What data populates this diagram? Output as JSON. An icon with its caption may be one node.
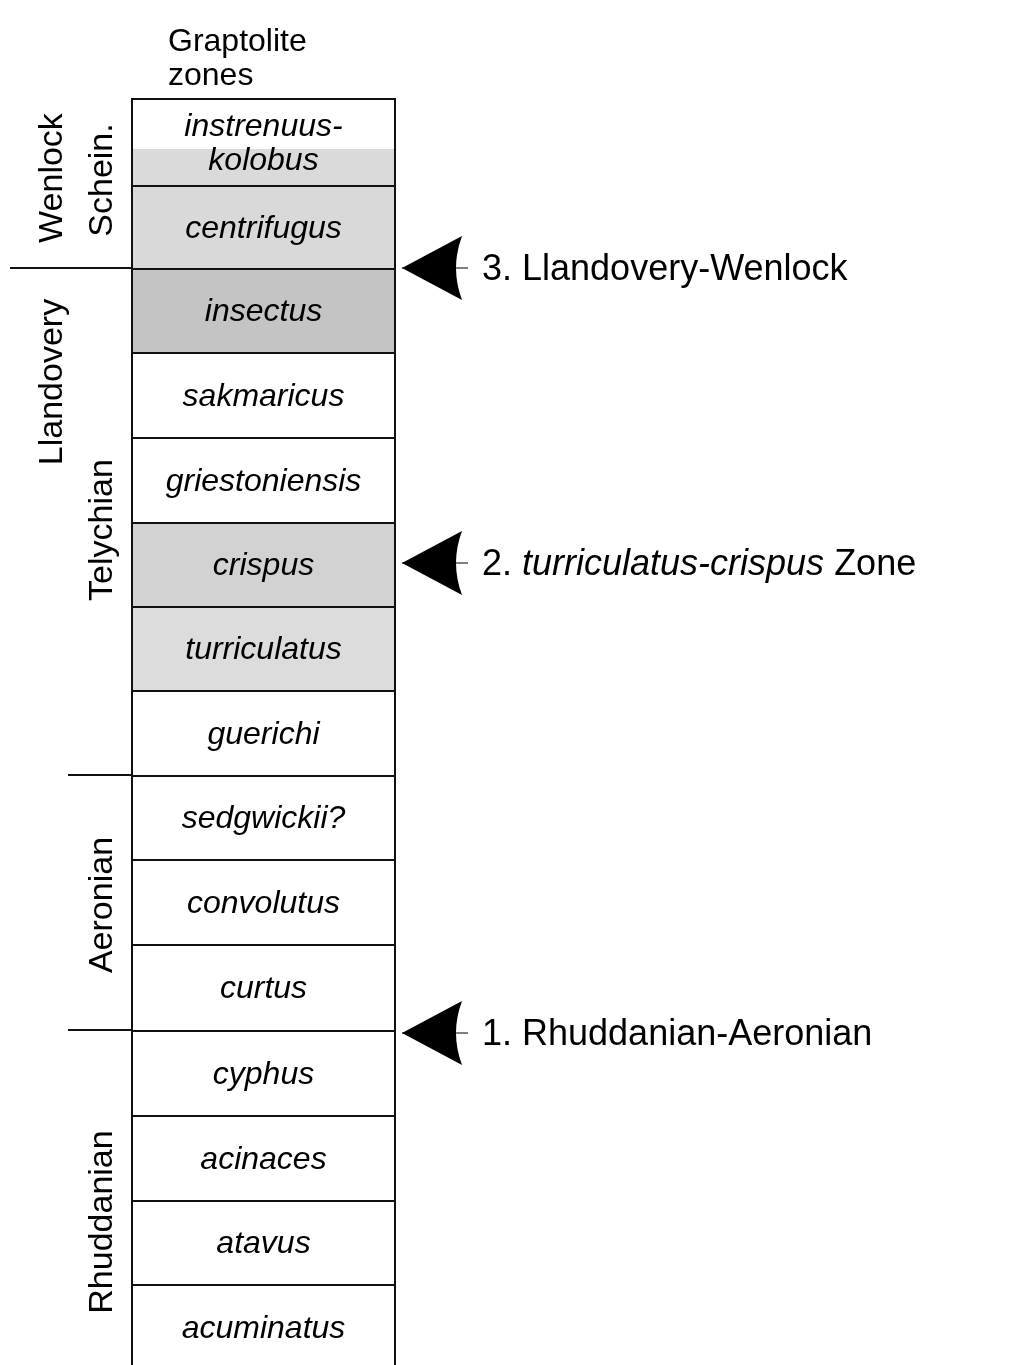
{
  "diagram": {
    "nodes": [
      {
        "text": [
          "instrenuus- kolobus"
        ]
      },
      {
        "text": [
          "centrifugus"
        ]
      },
      {
        "text": [
          "insectus"
        ]
      },
      {
        "text": [
          "sakmaricus"
        ]
      },
      {
        "text": [
          "griestoniensis"
        ]
      },
      {
        "text": [
          "crispus"
        ]
      },
      {
        "text": [
          "turriculatus"
        ]
      },
      {
        "text": [
          "guerichi"
        ]
      },
      {
        "text": [
          "sedgwickii?"
        ]
      },
      {
        "text": [
          "convolutus"
        ]
      },
      {
        "text": [
          "curtus"
        ]
      },
      {
        "text": [
          "cyphus"
        ]
      },
      {
        "text": [
          "acinaces"
        ]
      },
      {
        "text": [
          "atavus"
        ]
      },
      {
        "text": [
          "acuminatus"
        ]
      },
      {
        "text": [
          "3. Llandovery-Wenlock"
        ]
      },
      {
        "text": [
          "2. *turriculatus-crispus* Zone"
        ]
      },
      {
        "text": [
          "1. Rhuddanian-Aeronian"
        ]
      }
    ],
    "edges": [
      {
        "from": 15,
        "to": 1,
        "arrow": "to"
      },
      {
        "from": 16,
        "to": 5,
        "arrow": "to"
      },
      {
        "from": 17,
        "to": 11,
        "arrow": "to"
      }
    ],
    "labels": [
      "Graptolite zones",
      "Wenlock",
      "Schein.",
      "Llandovery",
      "Telychian",
      "Aeronian",
      "Rhuddanian"
    ]
  }
}
